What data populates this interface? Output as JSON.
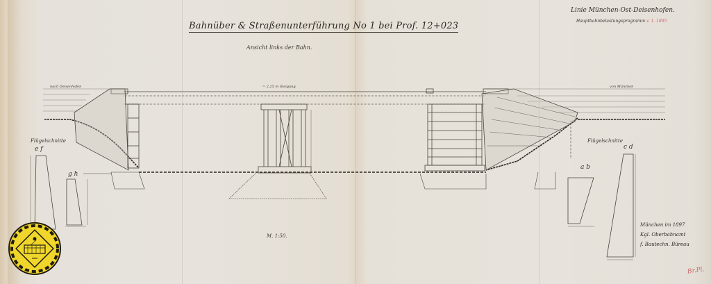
{
  "document": {
    "type": "engineering-elevation-drawing",
    "title": "Bahnüber & Straßenunterführung No 1 bei Prof. 12+023",
    "subtitle": "Ansicht links der Bahn.",
    "header": {
      "line1": "Linie München-Ost-Deisenhofen.",
      "line2_text": "Hauptbahnbelastungsprogramm",
      "line2_red": "v. 1. 1895"
    },
    "annotations": {
      "left_direction": "nach Deisenhofen",
      "right_direction": "von München",
      "span_label": "= 2,25 m Steigung",
      "scale": "M. 1:50."
    },
    "wing_sections": [
      {
        "label": "Flügelschnitte",
        "id": "e f"
      },
      {
        "label": "Flügelschnitte",
        "id": "c d"
      }
    ],
    "section_markers": [
      "g h",
      "a b"
    ],
    "signature": {
      "line1": "München im          1897",
      "line2": "Kgl. Oberbahnamt",
      "line3": "f. Bautechn. Büreau"
    },
    "stamp_red": "Br.Pl.",
    "badge": {
      "shape": "circular-yellow-emblem",
      "color": "#f0d62a",
      "content": "tram illustration"
    },
    "colors": {
      "paper": "#e7e3dc",
      "ink": "#3a352e",
      "red_ink": "#c86a70",
      "badge_yellow": "#f0d62a"
    }
  }
}
